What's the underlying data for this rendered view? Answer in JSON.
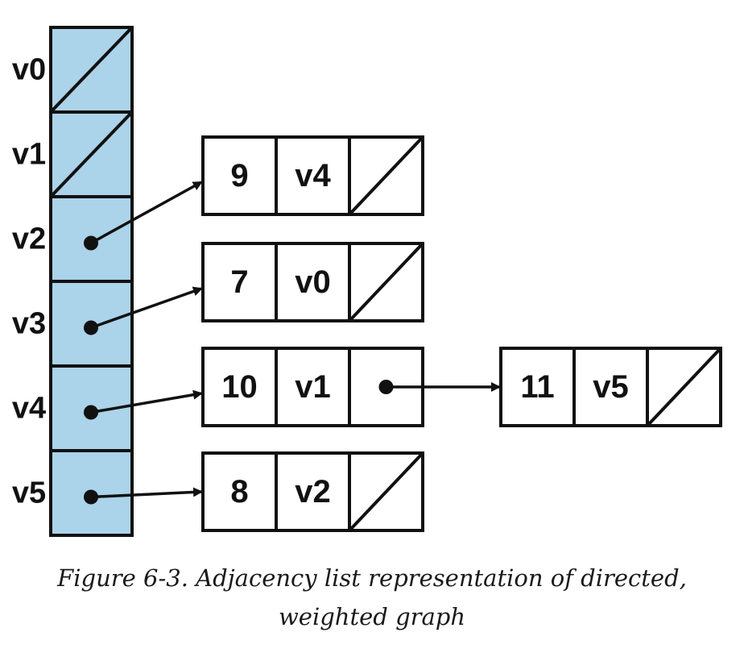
{
  "vertices": [
    {
      "label": "v0",
      "edges": []
    },
    {
      "label": "v1",
      "edges": []
    },
    {
      "label": "v2",
      "edges": [
        {
          "weight": "9",
          "target": "v4"
        }
      ]
    },
    {
      "label": "v3",
      "edges": [
        {
          "weight": "7",
          "target": "v0"
        }
      ]
    },
    {
      "label": "v4",
      "edges": [
        {
          "weight": "10",
          "target": "v1"
        },
        {
          "weight": "11",
          "target": "v5"
        }
      ]
    },
    {
      "label": "v5",
      "edges": [
        {
          "weight": "8",
          "target": "v2"
        }
      ]
    }
  ],
  "caption": {
    "line1": "Figure 6-3. Adjacency list representation of directed,",
    "line2": "weighted graph"
  },
  "colors": {
    "array_fill": "#abd3ea",
    "stroke": "#111111"
  }
}
